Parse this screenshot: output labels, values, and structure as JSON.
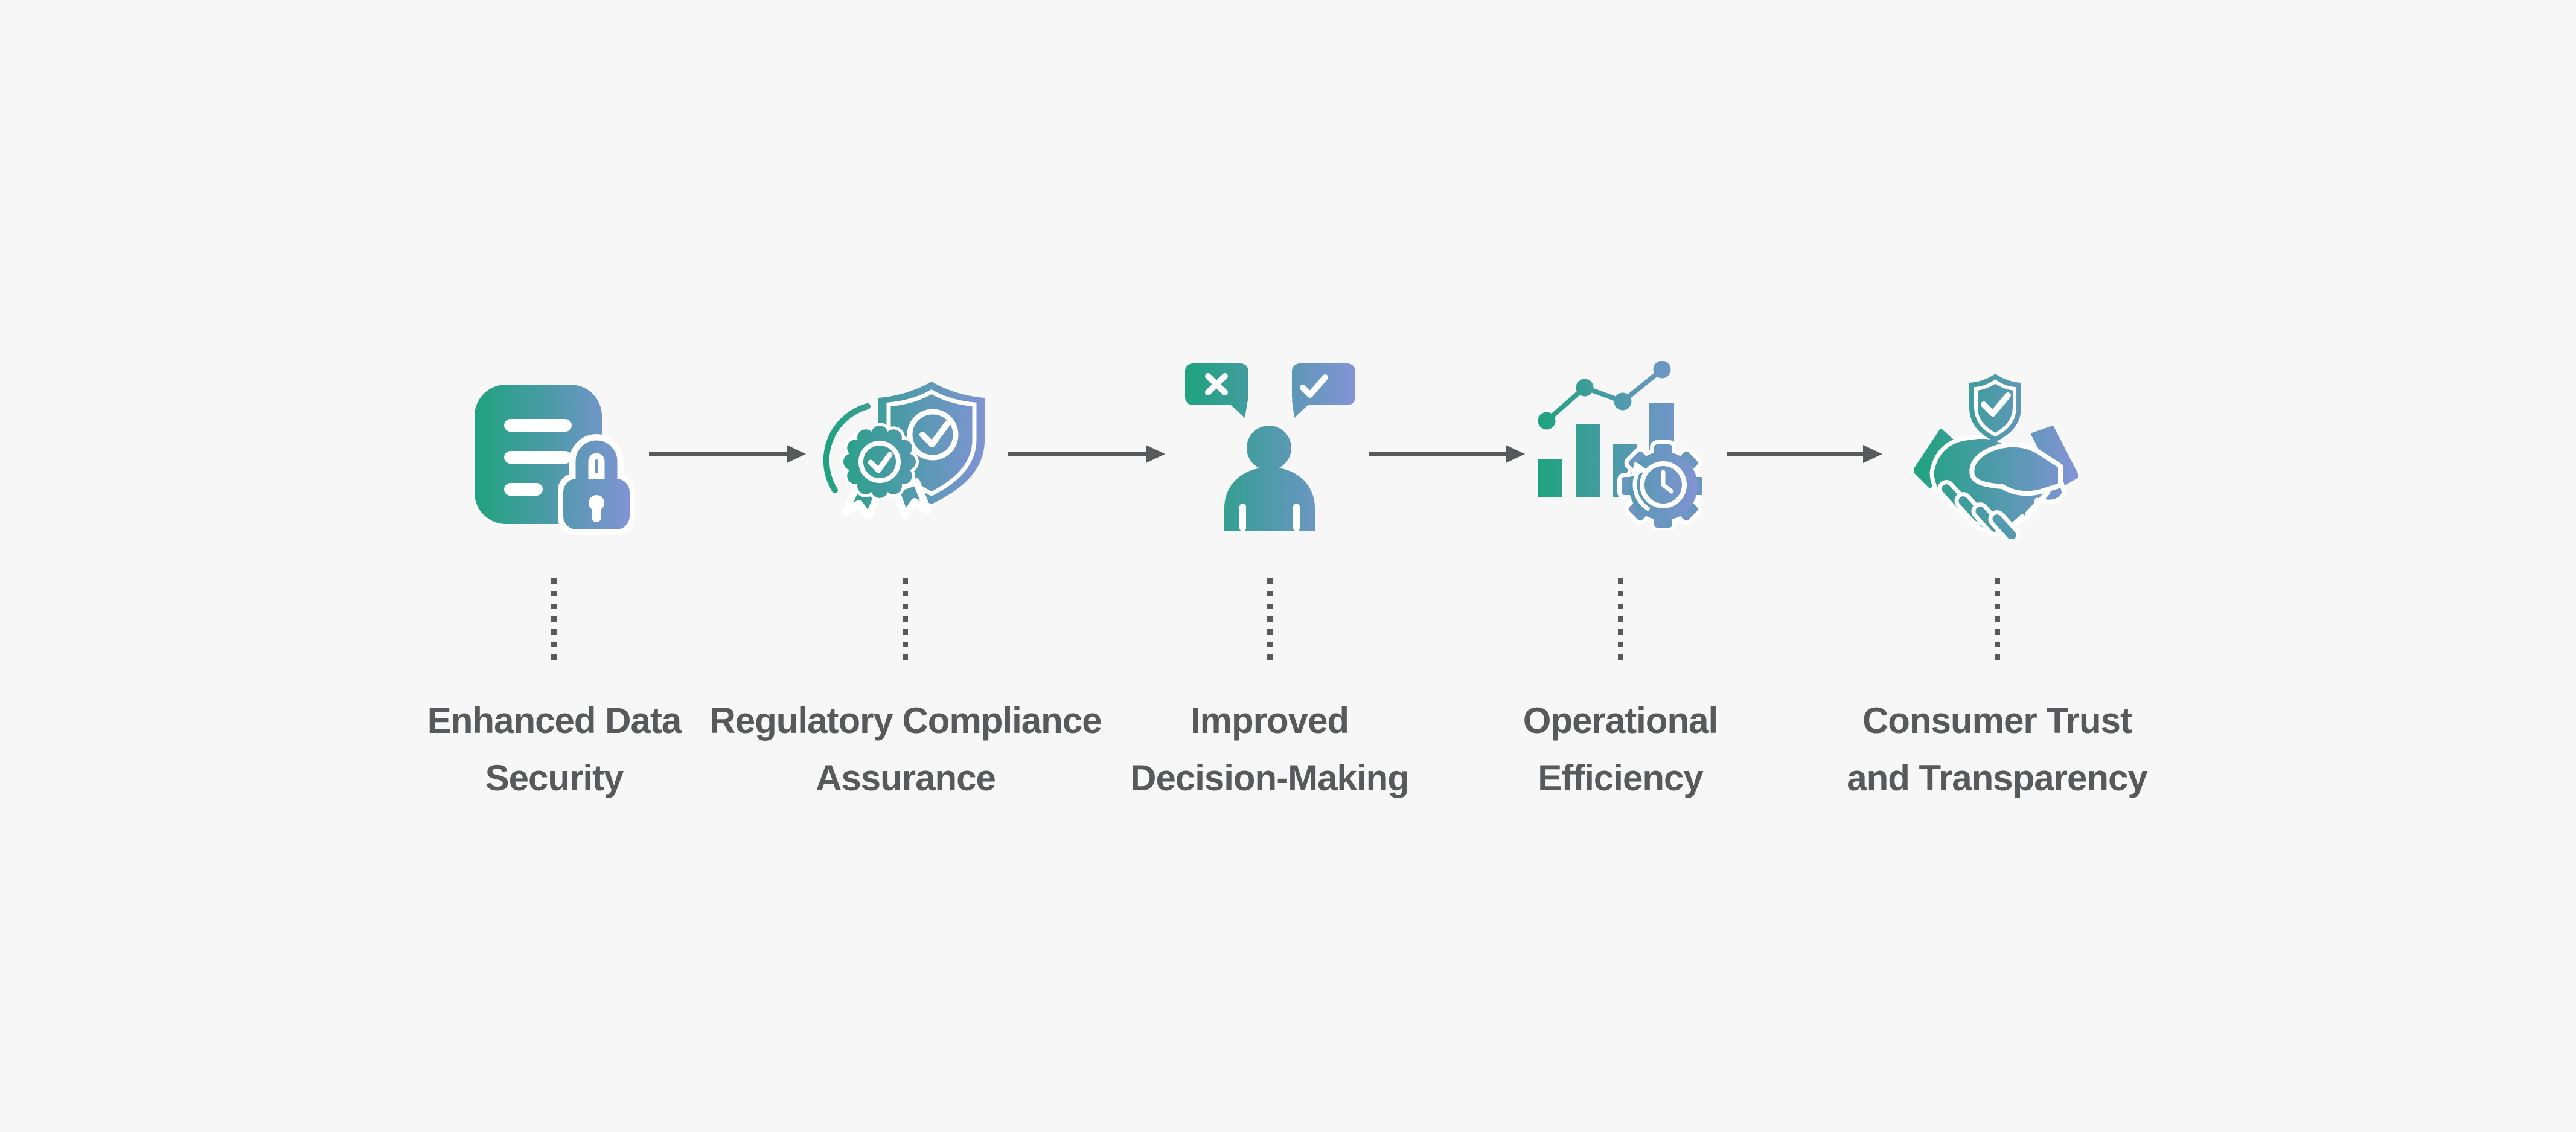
{
  "page": {
    "background_color": "#f7f7f8",
    "type": "benefits process flow infographic"
  },
  "flow": {
    "colors": {
      "gradient_start": "#1ea37d",
      "gradient_mid": "#4f9aab",
      "gradient_end": "#8493d6",
      "arrow": "#58595b",
      "text": "#58595b",
      "connector_dots": "#58595b"
    },
    "steps": [
      {
        "id": "enhanced-data-security",
        "icon": "document-lock-icon",
        "label_line1": "Enhanced Data",
        "label_line2": "Security"
      },
      {
        "id": "regulatory-compliance-assurance",
        "icon": "shield-certification-badge-icon",
        "label_line1": "Regulatory Compliance",
        "label_line2": "Assurance"
      },
      {
        "id": "improved-decision-making",
        "icon": "person-decision-bubbles-icon",
        "label_line1": "Improved",
        "label_line2": "Decision-Making"
      },
      {
        "id": "operational-efficiency",
        "icon": "chart-gear-clock-icon",
        "label_line1": "Operational",
        "label_line2": "Efficiency"
      },
      {
        "id": "consumer-trust-and-transparency",
        "icon": "handshake-shield-icon",
        "label_line1": "Consumer Trust",
        "label_line2": "and Transparency"
      }
    ]
  }
}
